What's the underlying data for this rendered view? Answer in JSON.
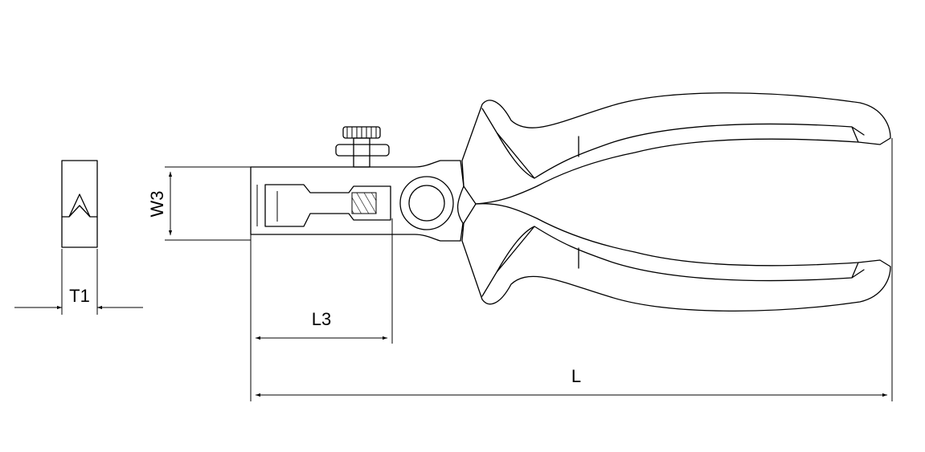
{
  "dimensions": {
    "t1_label": "T1",
    "w3_label": "W3",
    "l3_label": "L3",
    "l_label": "L"
  },
  "colors": {
    "line": "#000000",
    "background": "#ffffff"
  }
}
